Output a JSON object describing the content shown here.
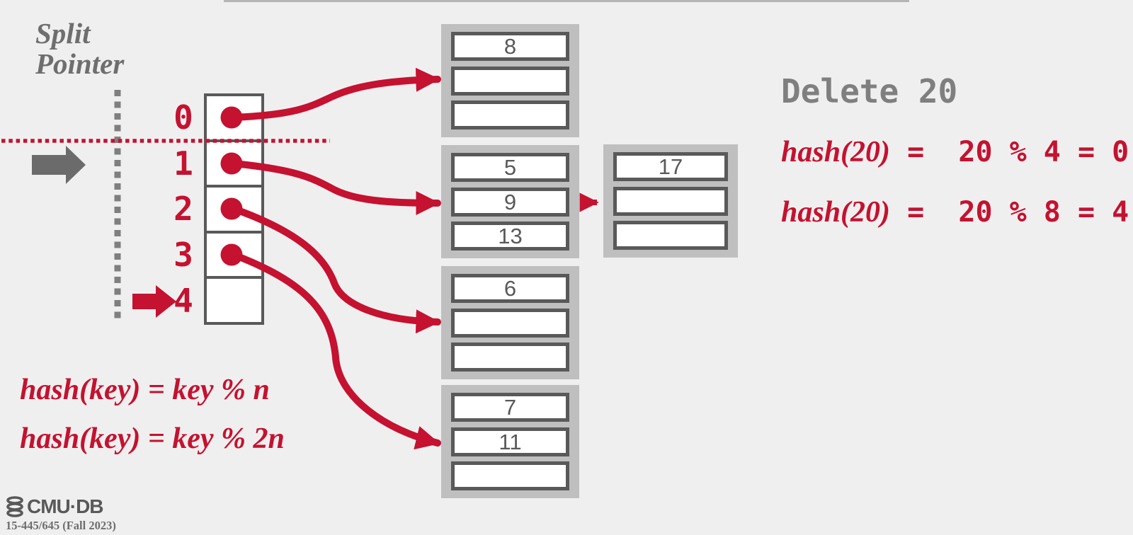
{
  "colors": {
    "accent_red": "#c41230",
    "gray_dark": "#595959",
    "gray_mid": "#7f7f7f",
    "bucket_fill": "#bfbfbf",
    "background": "#f0efef"
  },
  "split_pointer": {
    "line1": "Split",
    "line2": "Pointer"
  },
  "hash_table": {
    "slot_labels": [
      "0",
      "1",
      "2",
      "3",
      "4"
    ]
  },
  "buckets": {
    "b0": {
      "values": [
        "8",
        "",
        ""
      ]
    },
    "b1": {
      "values": [
        "5",
        "9",
        "13"
      ]
    },
    "overflow": {
      "values": [
        "17",
        "",
        ""
      ]
    },
    "b2": {
      "values": [
        "6",
        "",
        ""
      ]
    },
    "b3": {
      "values": [
        "7",
        "11",
        ""
      ]
    }
  },
  "annotation": {
    "title": "Delete 20",
    "lines": [
      {
        "fn": "hash(20)",
        "expr": " =  20 % 4 = 0"
      },
      {
        "fn": "hash(20)",
        "expr": " =  20 % 8 = 4"
      }
    ]
  },
  "formulas": {
    "line1": "hash(key) = key % n",
    "line2": "hash(key) = key % 2n"
  },
  "footer": {
    "logo_text": "CMU·DB",
    "course": "15-445/645 (Fall 2023)"
  }
}
